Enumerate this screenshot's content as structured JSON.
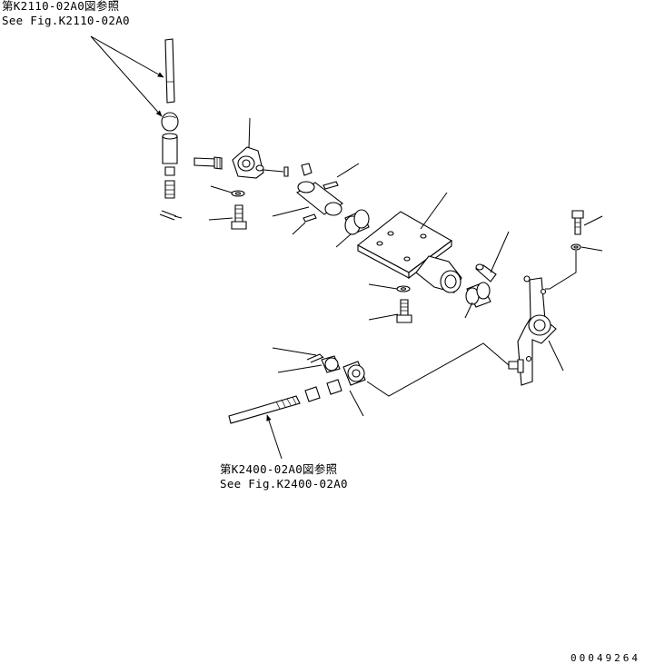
{
  "references": {
    "top_left": {
      "line1": "第K2110-02A0図参照",
      "line2": "See Fig.K2110-02A0"
    },
    "bottom": {
      "line1": "第K2400-02A0図参照",
      "line2": "See Fig.K2400-02A0"
    }
  },
  "document_number": "00049264"
}
